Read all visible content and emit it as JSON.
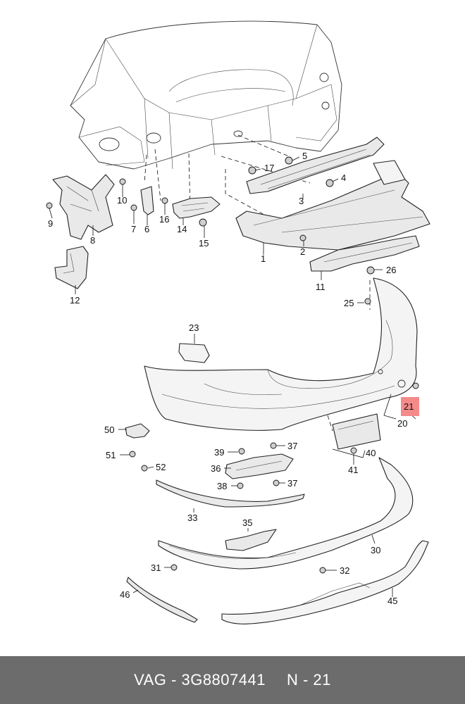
{
  "callouts": {
    "c1": "1",
    "c2": "2",
    "c3": "3",
    "c4": "4",
    "c5": "5",
    "c6": "6",
    "c7": "7",
    "c8": "8",
    "c9": "9",
    "c10": "10",
    "c11": "11",
    "c12": "12",
    "c14": "14",
    "c15": "15",
    "c16": "16",
    "c17": "17",
    "c20": "20",
    "c21": "21",
    "c23": "23",
    "c25": "25",
    "c26": "26",
    "c30": "30",
    "c31": "31",
    "c32": "32",
    "c33": "33",
    "c35": "35",
    "c36": "36",
    "c37a": "37",
    "c37b": "37",
    "c38": "38",
    "c39": "39",
    "c40": "40",
    "c41": "41",
    "c45": "45",
    "c46": "46",
    "c50": "50",
    "c51": "51",
    "c52": "52"
  },
  "highlight_color": "#f48a8a",
  "footer": {
    "part_number": "VAG - 3G8807441",
    "reference": "N - 21",
    "background": "#6c6c6c"
  }
}
